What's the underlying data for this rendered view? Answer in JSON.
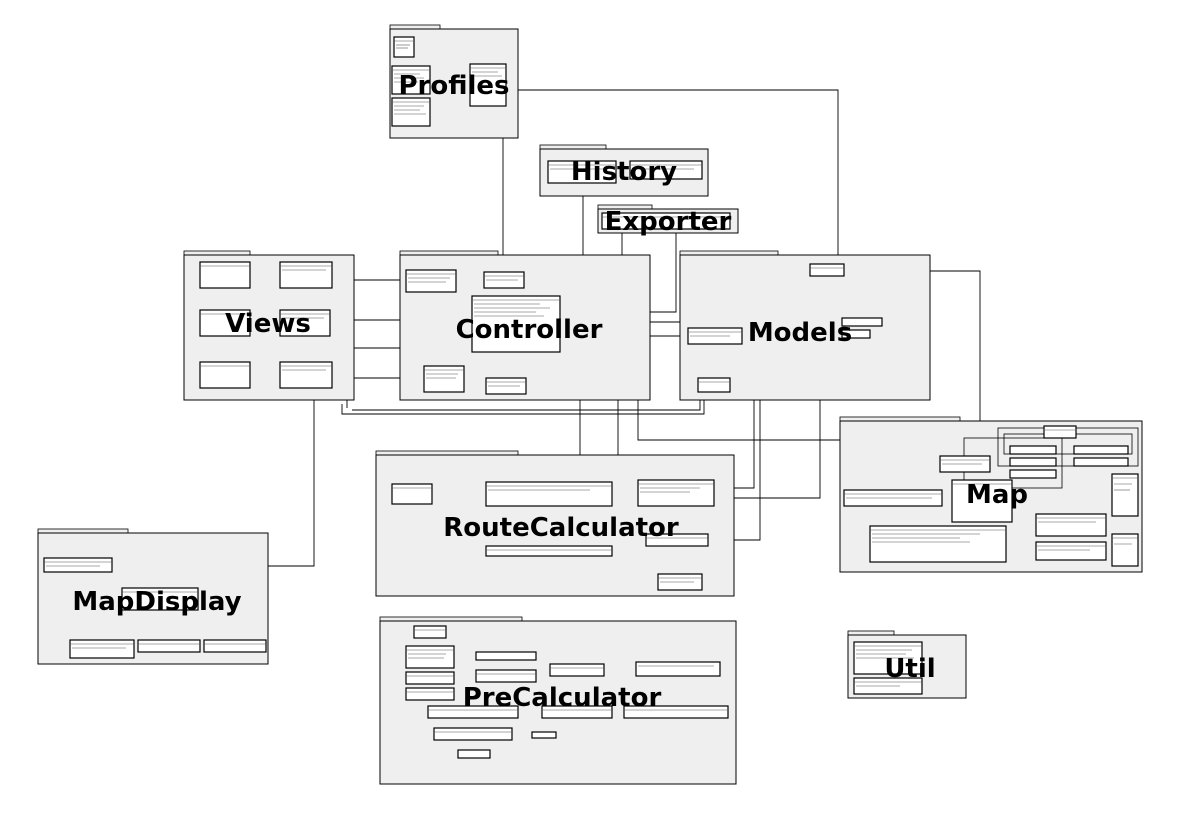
{
  "packages": [
    {
      "id": "profiles",
      "title": "Profiles"
    },
    {
      "id": "history",
      "title": "History"
    },
    {
      "id": "exporter",
      "title": "Exporter"
    },
    {
      "id": "views",
      "title": "Views"
    },
    {
      "id": "controller",
      "title": "Controller"
    },
    {
      "id": "models",
      "title": "Models"
    },
    {
      "id": "map",
      "title": "Map"
    },
    {
      "id": "routecalculator",
      "title": "RouteCalculator"
    },
    {
      "id": "mapdisplay",
      "title": "MapDisplay"
    },
    {
      "id": "precalculator",
      "title": "PreCalculator"
    },
    {
      "id": "util",
      "title": "Util"
    }
  ]
}
